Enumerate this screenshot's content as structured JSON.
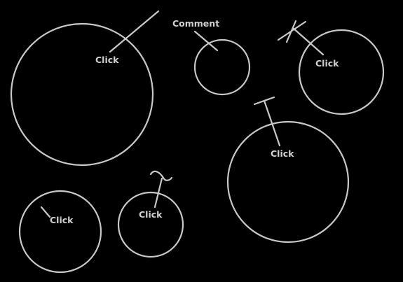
{
  "canvas": {
    "background": "#000000",
    "stroke_color": "#c8c8c8",
    "label_color": "#d0d0d0"
  },
  "labels": {
    "big_left": "Click",
    "comment": "Comment",
    "top_right": "Click",
    "right_mid": "Click",
    "bottom_left": "Click",
    "bottom_mid": "Click"
  }
}
